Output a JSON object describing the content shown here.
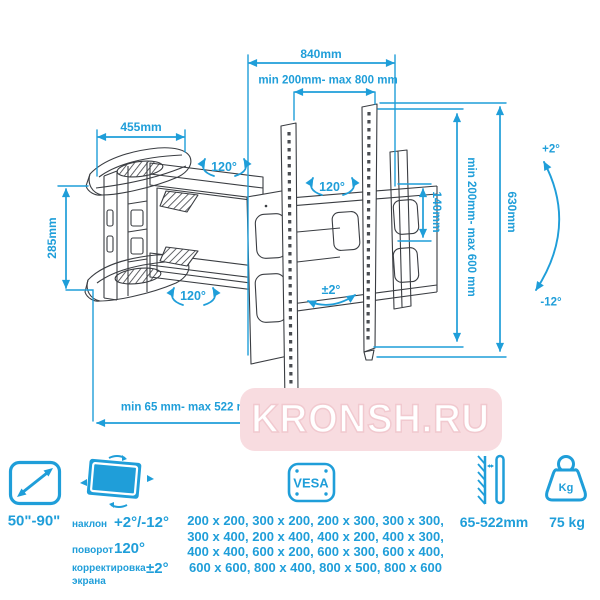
{
  "diagram": {
    "dimensions": {
      "width_total": "840mm",
      "width_range": "min 200mm- max 800 mm",
      "tv_bracket_width": "455mm",
      "tv_bracket_height": "285mm",
      "hole_spacing": "140mm",
      "height_range": "min 200mm- max 600 mm",
      "height_total": "630mm",
      "extension_range": "min 65 mm- max 522 mm",
      "swivel_top": "120°",
      "swivel_mid": "120°",
      "swivel_bottom": "120°",
      "level_adjust": "±2°",
      "tilt_up": "+2°",
      "tilt_down": "-12°"
    },
    "watermark": "KRONSH.RU"
  },
  "specs": {
    "screen_size": {
      "value": "50\"-90\""
    },
    "adjustments": {
      "tilt_label": "наклон",
      "tilt_value": "+2°/-12°",
      "swivel_label": "поворот",
      "swivel_value": "120°",
      "correction_label_line1": "корректировка",
      "correction_label_line2": "экрана",
      "correction_value": "±2°"
    },
    "vesa": {
      "title": "VESA",
      "sizes_line1": "200 x 200, 300 x 200, 200 x 300, 300 x 300,",
      "sizes_line2": "300 x 400, 200 x 400, 400 x 200, 400 x 300,",
      "sizes_line3": "400 x 400, 600 x 200, 600 x 300, 600 x 400,",
      "sizes_line4": "600 x 600, 800 x 400, 800 x 500, 800 x 600"
    },
    "wall_distance": {
      "value": "65-522mm"
    },
    "weight": {
      "unit": "Kg",
      "value": "75 kg"
    }
  },
  "colors": {
    "accent_blue": "#1f9ed9",
    "line_ink": "#3a3d42",
    "watermark_bg": "#f8dce0"
  }
}
